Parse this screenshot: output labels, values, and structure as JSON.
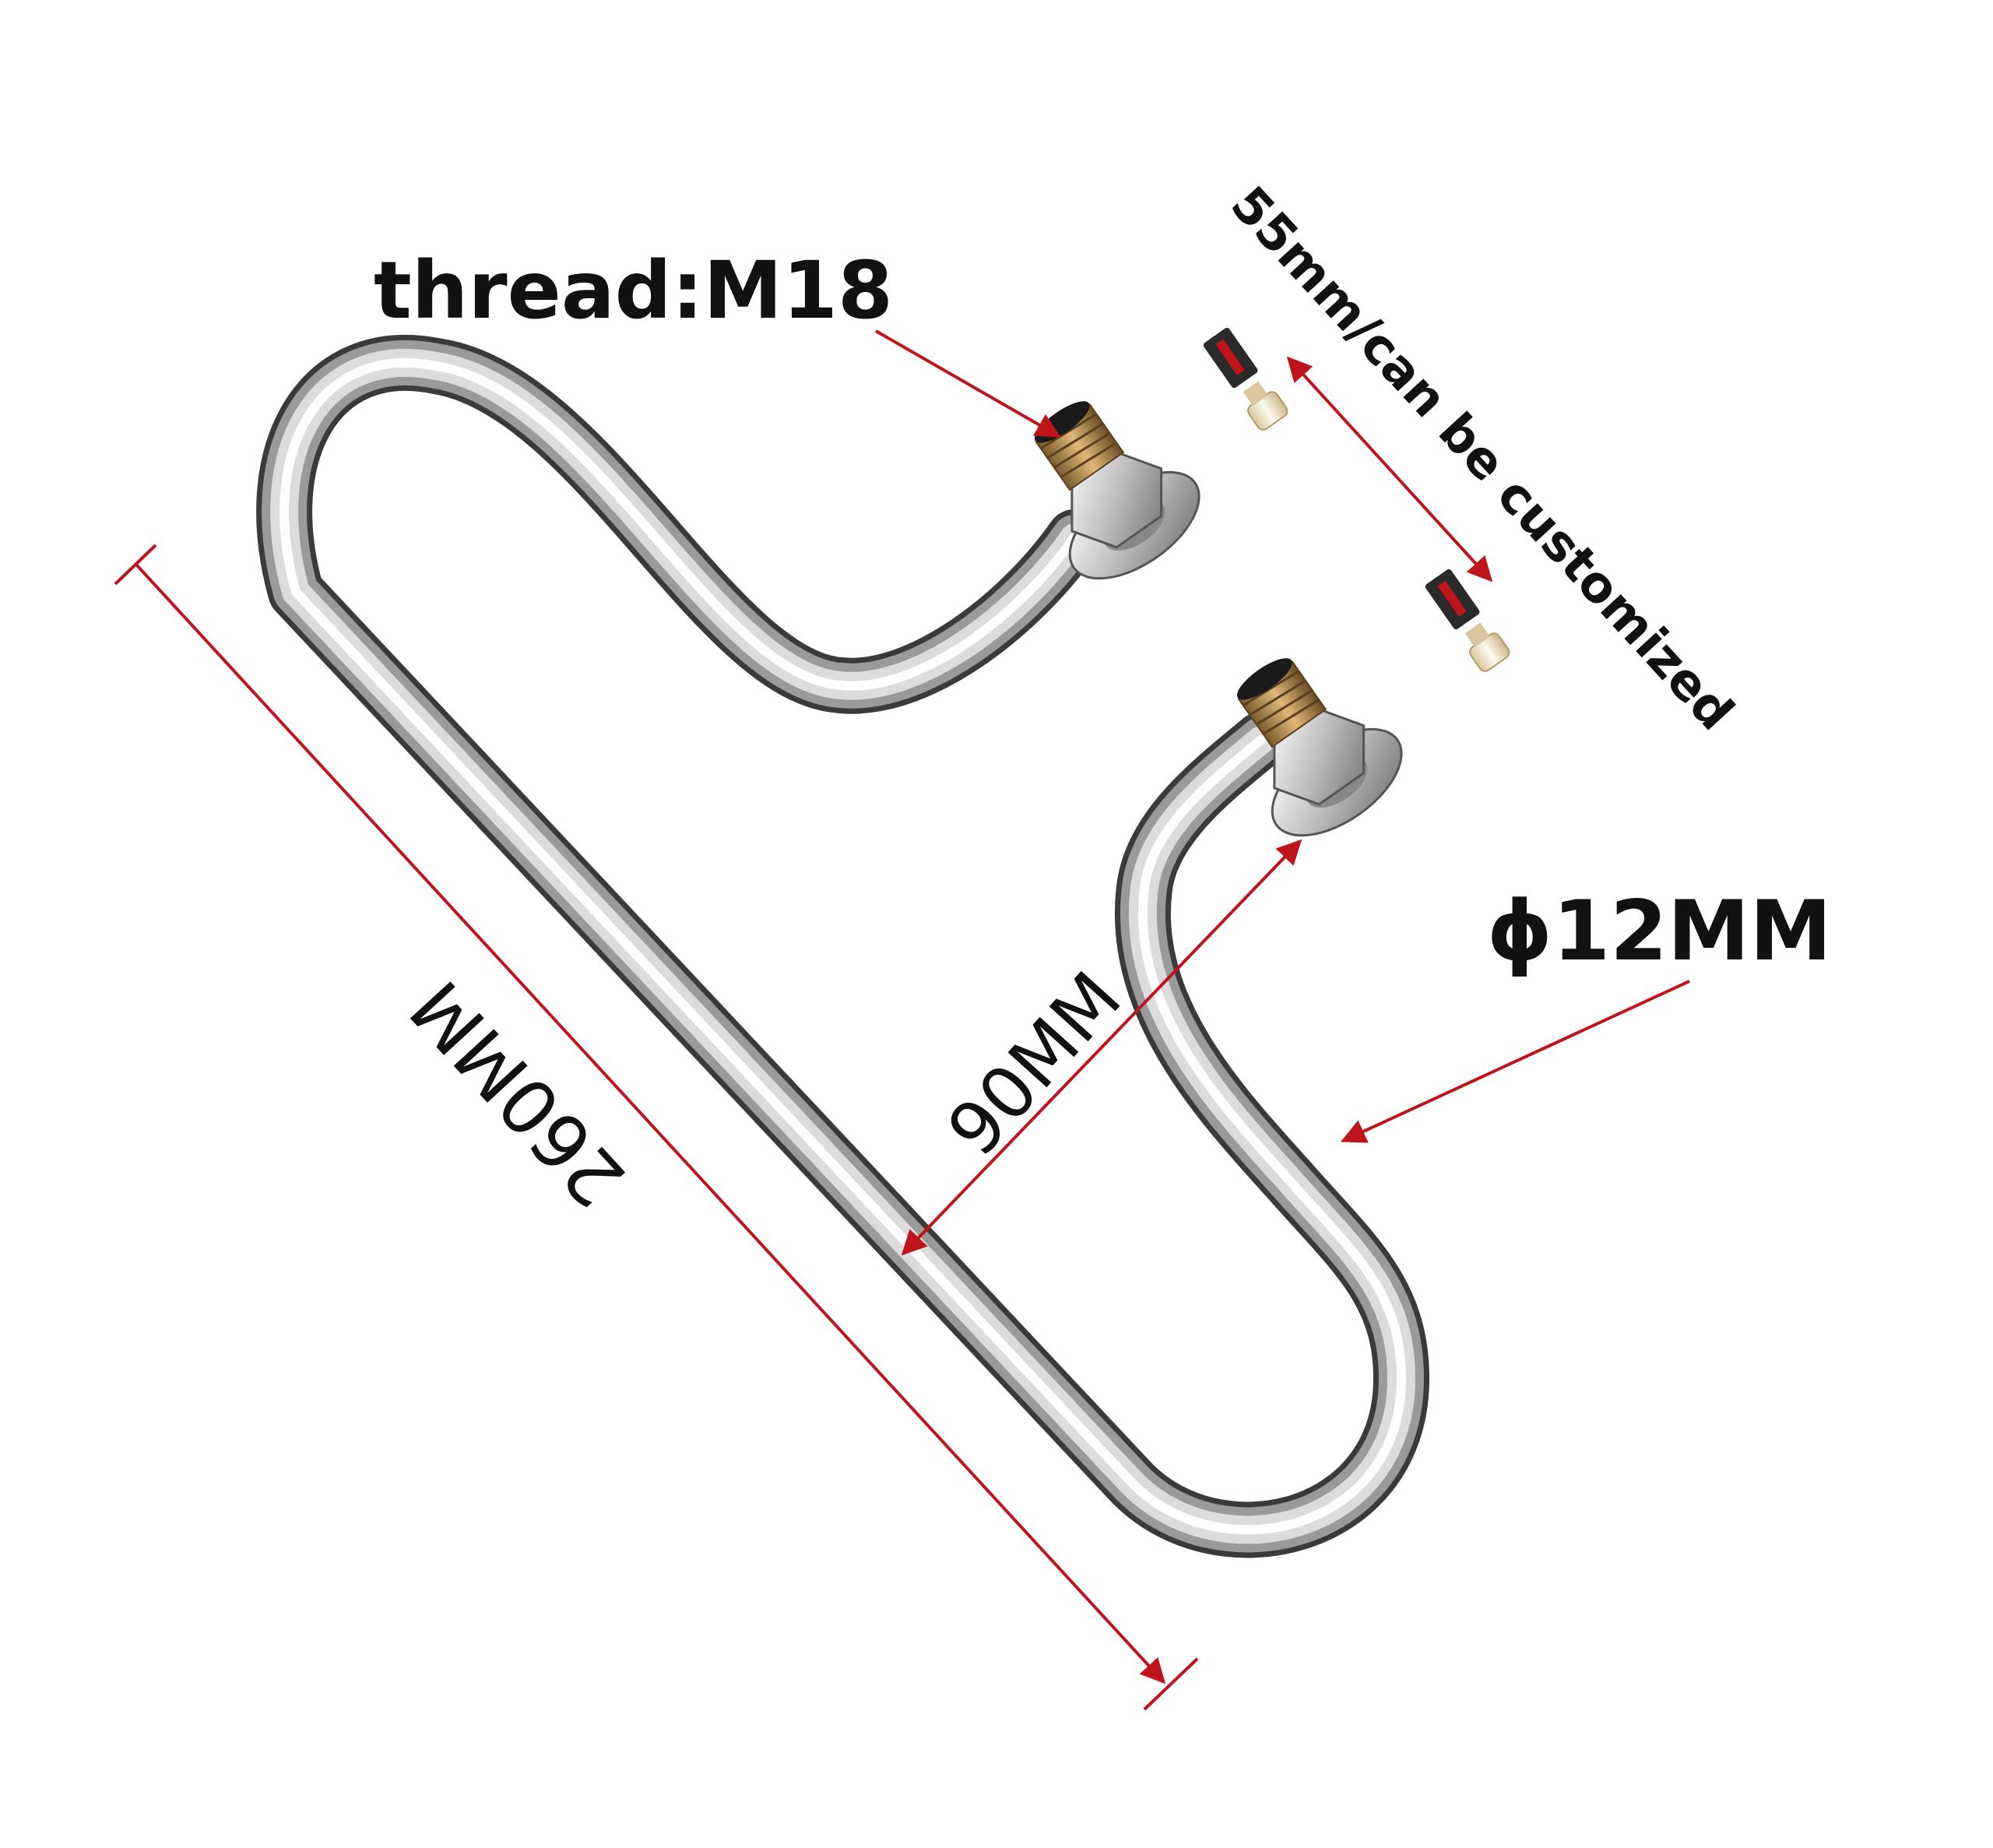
{
  "labels": {
    "thread": "thread:M18",
    "extension": "55mm/can be customized",
    "diameter": "ϕ12MM",
    "width": "90MM",
    "length": "260MM"
  },
  "colors": {
    "background": "#ffffff",
    "dimension_line": "#c0141c",
    "tube_dark": "#3a3a3a",
    "tube_mid": "#9a9a9a",
    "tube_light": "#f4f4f4",
    "brass": "#b8894a",
    "text": "#111111"
  },
  "icons": {
    "heater": "u-shaped-tubular-heating-element",
    "fitting": "hex-nut-thread-fitting",
    "terminal": "ceramic-insulated-terminal"
  }
}
